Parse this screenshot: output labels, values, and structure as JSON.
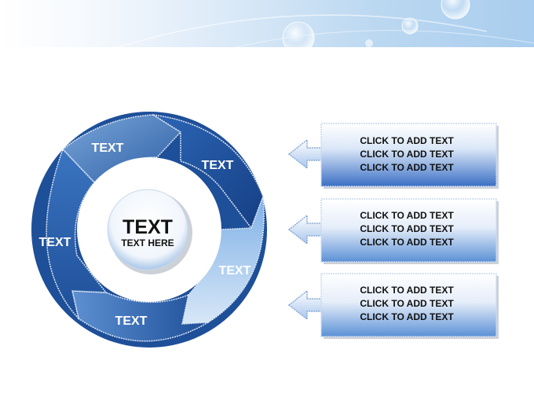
{
  "cycle": {
    "center_title": "TEXT",
    "center_subtitle": "TEXT HERE",
    "segments": [
      "TEXT",
      "TEXT",
      "TEXT",
      "TEXT",
      "TEXT"
    ]
  },
  "boxes": [
    {
      "lines": [
        "CLICK TO ADD TEXT",
        "CLICK TO ADD TEXT",
        "CLICK TO ADD TEXT"
      ]
    },
    {
      "lines": [
        "CLICK TO ADD TEXT",
        "CLICK TO ADD TEXT",
        "CLICK TO ADD TEXT"
      ]
    },
    {
      "lines": [
        "CLICK TO ADD TEXT",
        "CLICK TO ADD TEXT",
        "CLICK TO ADD TEXT"
      ]
    }
  ],
  "colors": {
    "dark_blue": "#1f55a3",
    "mid_blue": "#3a78c2",
    "light_blue": "#9ec4ea",
    "box_top": "#ffffff",
    "box_bottom": "#5b91d6"
  }
}
